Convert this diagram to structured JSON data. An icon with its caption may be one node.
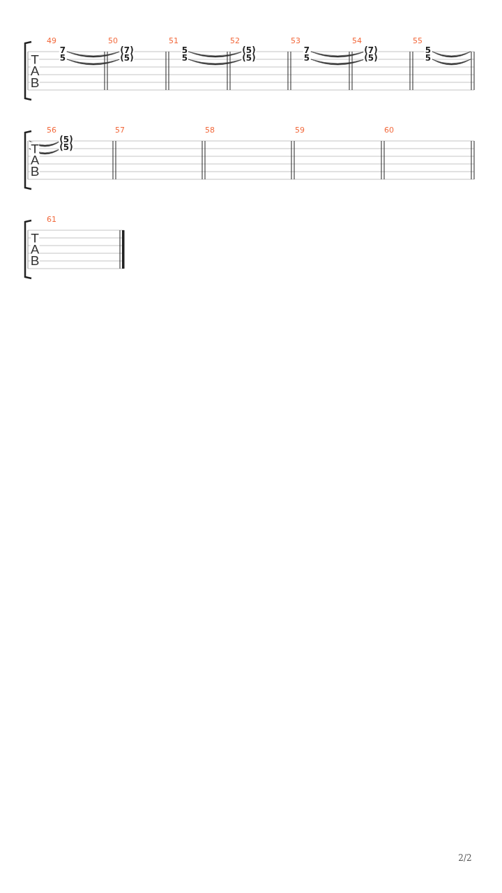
{
  "diagram": {
    "labels": [
      "T",
      "A",
      "B",
      "49",
      "7",
      "5",
      "50",
      "(7)",
      "(5)",
      "51",
      "5",
      "5",
      "52",
      "(5)",
      "(5)",
      "53",
      "7",
      "5",
      "54",
      "(7)",
      "(5)",
      "55",
      "5",
      "5",
      "T",
      "A",
      "B",
      "56",
      "(5)",
      "(5)",
      "57",
      "58",
      "59",
      "60",
      "T",
      "A",
      "B",
      "61",
      "2/2"
    ]
  }
}
